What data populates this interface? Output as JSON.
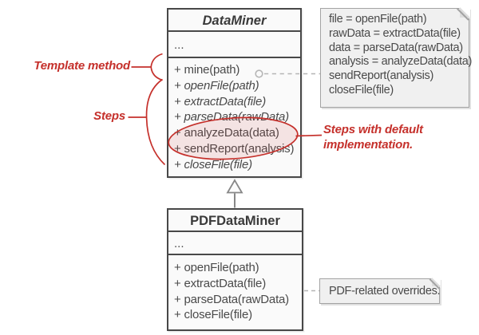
{
  "colors": {
    "annotation_red": "#c5302b",
    "highlight_ellipse_fill": "#f6e0de",
    "class_border": "#484848",
    "class_fill": "#fafafa",
    "note_fill": "#f0f0f0",
    "note_border": "#a3a3a3",
    "connector_gray": "#b5b5b5",
    "inheritance_arrow_gray": "#878787",
    "text_dark": "#4a4a4a"
  },
  "icons": {
    "note_fold": "folded-corner",
    "method_connector": "open-circle",
    "inheritance": "hollow-triangle-arrow"
  },
  "classes": {
    "data_miner": {
      "title": "DataMiner",
      "fields_placeholder": "...",
      "methods": [
        {
          "label": "+ mine(path)",
          "italic": false
        },
        {
          "label": "+ openFile(path)",
          "italic": true
        },
        {
          "label": "+ extractData(file)",
          "italic": true
        },
        {
          "label": "+ parseData(rawData)",
          "italic": true
        },
        {
          "label": "+ analyzeData(data)",
          "italic": false
        },
        {
          "label": "+ sendReport(analysis)",
          "italic": false
        },
        {
          "label": "+ closeFile(file)",
          "italic": true
        }
      ]
    },
    "pdf_data_miner": {
      "title": "PDFDataMiner",
      "fields_placeholder": "...",
      "methods": [
        {
          "label": "+ openFile(path)",
          "italic": false
        },
        {
          "label": "+ extractData(file)",
          "italic": false
        },
        {
          "label": "+ parseData(rawData)",
          "italic": false
        },
        {
          "label": "+ closeFile(file)",
          "italic": false
        }
      ]
    }
  },
  "notes": {
    "algorithm": {
      "lines": [
        "file = openFile(path)",
        "rawData = extractData(file)",
        "data = parseData(rawData)",
        "analysis = analyzeData(data)",
        "sendReport(analysis)",
        "closeFile(file)"
      ]
    },
    "overrides": {
      "text": "PDF-related overrides."
    }
  },
  "annotations": {
    "template_method_label": "Template method",
    "steps_label": "Steps",
    "steps_default_line1": "Steps with default",
    "steps_default_line2": "implementation."
  }
}
